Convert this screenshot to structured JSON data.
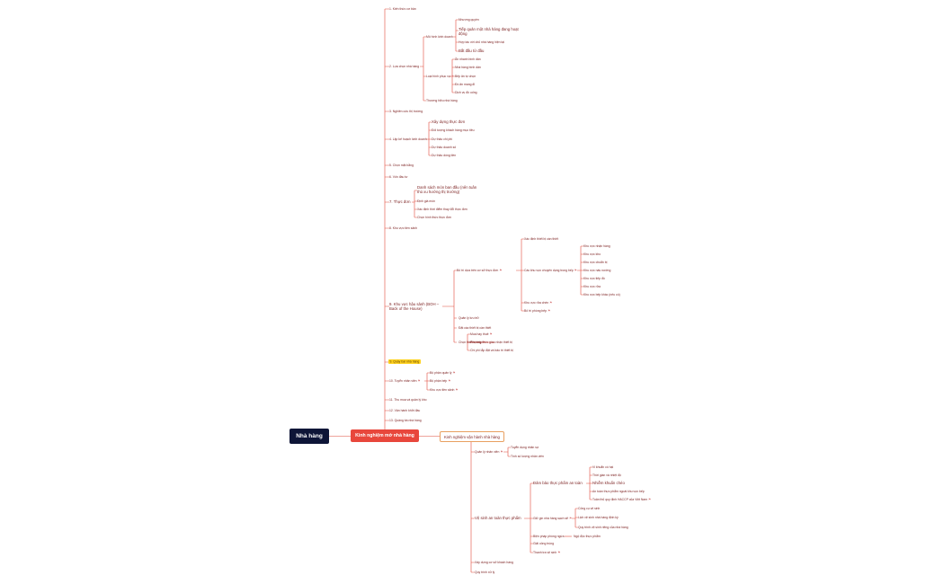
{
  "root": {
    "label": "Nhà hàng"
  },
  "main": {
    "label": "Kinh nghiệm mở nhà hàng"
  },
  "ops": {
    "label": "Kinh nghiệm vận hành nhà hàng"
  },
  "branch": {
    "n1": "1. Kiến thức cơ bản",
    "n2": "2. Lựa chọn nhà hàng",
    "n2a": "Mô hình kinh doanh",
    "n2a1": "Nhượng quyền",
    "n2a2": "Tiếp quản một nhà hàng đang hoạt động",
    "n2a3": "Hợp tác với chủ nhà hàng hiện tại",
    "n2a4": "Bắt đầu từ đầu",
    "n2b": "Loại hình phục vụ",
    "n2b1": "Ăn nhanh bình dân",
    "n2b2": "Nhà hàng bình dân",
    "n2b3": "Bếp ăn tự chọn",
    "n2b4": "Đồ ăn mang đi",
    "n2b5": "Dịch vụ đồ uống",
    "n2c": "Thương hiệu nhà hàng",
    "n3": "3. Nghiên cứu thị trường",
    "n4": "4. Lập kế hoạch kinh doanh",
    "n4a": "Xây dựng thực đơn",
    "n4b": "Đối tượng khách hàng mục tiêu",
    "n4c": "Dự thảo chi phí",
    "n4d": "Dự thảo doanh số",
    "n4e": "Dự thảo dòng tiền",
    "n5": "5. Chọn mặt bằng",
    "n6": "6. Vốn đầu tư",
    "n7": "7. Thực đơn",
    "n7a": "Danh sách món ban đầu (nên tuân thủ xu hướng thị trường)",
    "n7b": "Định giá món",
    "n7c": "Xác định thời điểm thay đổi thực đơn",
    "n7d": "Chọn hình thức thực đơn",
    "n8": "8. Khu vực tiền sảnh",
    "n9": "9. Khu vực hậu sảnh (BOH – Back of the House)",
    "n9a": "Bố trí dựa trên cơ sở thực đơn",
    "n9a1": "Xác định thiết bị cần thiết",
    "n9a2": "Các khu vực chuyên dụng trong bếp",
    "n9a2a": "Khu vực nhận hàng",
    "n9a2b": "Khu vực kho",
    "n9a2c": "Khu vực chuẩn bị",
    "n9a2d": "Khu vực nấu nướng",
    "n9a2e": "Khu vực tiếp đồ",
    "n9a2f": "Khu vực rửa",
    "n9a2g": "Khu vực bếp khác (nếu có)",
    "n9a3": "Khu vực rửa chén",
    "n9a4": "Bố trí phòng bếp",
    "n9b": "Quản lý lưu trữ",
    "n9c": "Đặt các thiết bị cần thiết",
    "n9d": "Chọn thiết bị bếp",
    "n9d1": "Mua hay thuê",
    "n9d2": "Phương thức giao nhận thiết bị",
    "n9d3": "Chi phí lắp đặt và bảo trì thiết bị",
    "n10": "9. Quầy bar nhà hàng",
    "n11": "10. Tuyển nhân viên",
    "n11a": "Bộ phận quản lý",
    "n11b": "Bộ phận bếp",
    "n11c": "Khu vực tiền sảnh",
    "n12": "11. Thu mua và quản lý kho",
    "n13": "12. Vận hành khởi đầu",
    "n14": "13. Quảng bá nhà hàng"
  },
  "opsbranch": {
    "o1": "Quản lý nhân viên",
    "o1a": "Tuyển dụng nhân sự",
    "o1b": "Tính số lượng nhân viên",
    "o2": "Vệ sinh an toàn thực phẩm",
    "o2a": "Đảm bảo thực phẩm an toàn",
    "o2a1": "Vi khuẩn có hại",
    "o2a2": "Thời gian và nhiệt độ",
    "o2a3": "Nhiễm khuẩn chéo",
    "o2a4": "An toàn thực phẩm ngoài khu vực bếp",
    "o2a5": "Tuân thủ quy định HACCP của Việt Nam",
    "o2b": "Giữ gìn nhà hàng sạch sẽ",
    "o2b1": "Công cụ vệ sinh",
    "o2b2": "Lịch vệ sinh nhà hàng định kỳ",
    "o2b3": "Quy trình vệ sinh riêng của nhà hàng",
    "o2c": "Biện pháp phòng ngừa",
    "o2c1": "Ngộ độc thực phẩm",
    "o2d": "Giải công trùng",
    "o2e": "Thanh tra vệ sinh",
    "o3": "Xây dựng cơ sở khách hàng",
    "o4": "Quy trình xử lý"
  }
}
